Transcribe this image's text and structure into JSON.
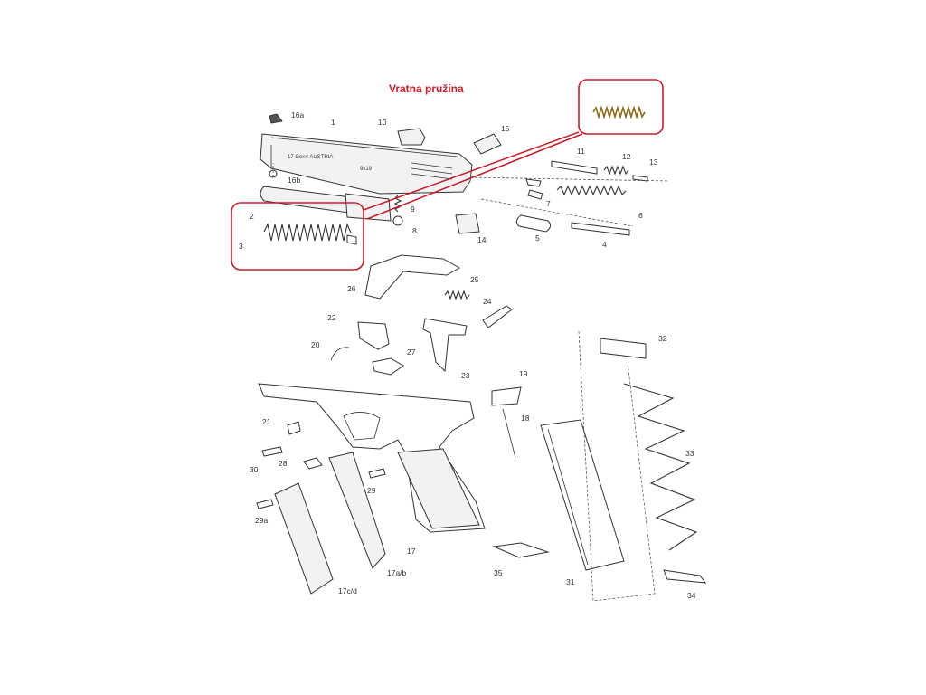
{
  "title": "Vratna pružina",
  "colors": {
    "highlight": "#c4202c",
    "line": "#333333"
  },
  "parts": {
    "p16a": "16a",
    "p1": "1",
    "p10": "10",
    "p15": "15",
    "p16b": "16b",
    "p11": "11",
    "p12": "12",
    "p13": "13",
    "p7": "7",
    "p6": "6",
    "p2": "2",
    "p9": "9",
    "p8": "8",
    "p3": "3",
    "p14": "14",
    "p5": "5",
    "p4": "4",
    "p26": "26",
    "p25": "25",
    "p24": "24",
    "p22": "22",
    "p20": "20",
    "p27": "27",
    "p23": "23",
    "p19": "19",
    "p18": "18",
    "p21": "21",
    "p32": "32",
    "p33": "33",
    "p30": "30",
    "p28": "28",
    "p29": "29",
    "p29a": "29a",
    "p17": "17",
    "p17ab": "17a/b",
    "p17cd": "17c/d",
    "p35": "35",
    "p31": "31",
    "p34": "34"
  }
}
